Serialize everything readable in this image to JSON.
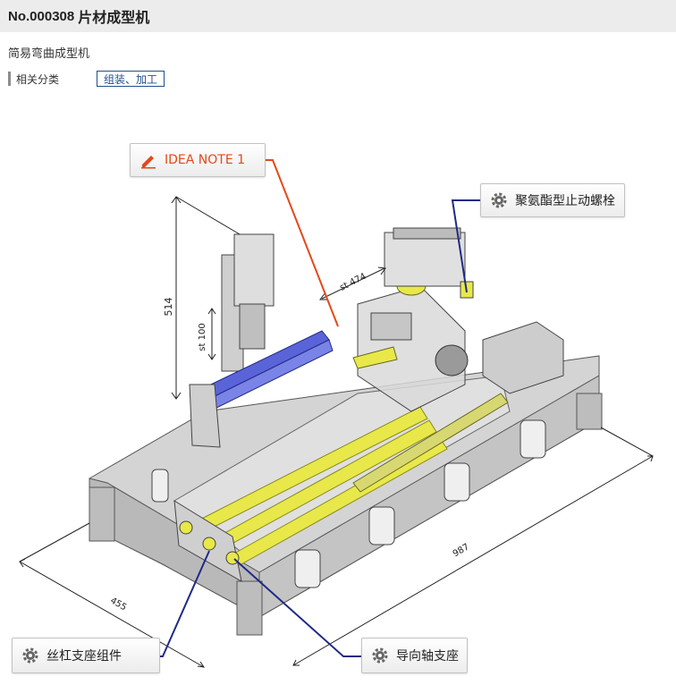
{
  "header": {
    "number": "No.000308",
    "title": "片材成型机"
  },
  "subtitle": "简易弯曲成型机",
  "category": {
    "label": "相关分类",
    "tag": "组装、加工"
  },
  "figure": {
    "dimensions": {
      "height": "514",
      "stroke_vertical": "st 100",
      "stroke_horizontal": "st 474",
      "width": "455",
      "length": "987"
    },
    "colors": {
      "idea_accent": "#e24a1a",
      "leader_blue": "#1f2a86",
      "rod_yellow": "#e8e84a",
      "rail_blue": "#5a64d8",
      "frame_gray": "#c9c9c9"
    }
  },
  "callouts": {
    "idea": {
      "label": "IDEA NOTE 1",
      "icon": "pencil-icon"
    },
    "bolt": {
      "label": "聚氨酯型止动螺栓",
      "icon": "gear-icon"
    },
    "screw": {
      "label": "丝杠支座组件",
      "icon": "gear-icon"
    },
    "guide": {
      "label": "导向轴支座",
      "icon": "gear-icon"
    }
  }
}
